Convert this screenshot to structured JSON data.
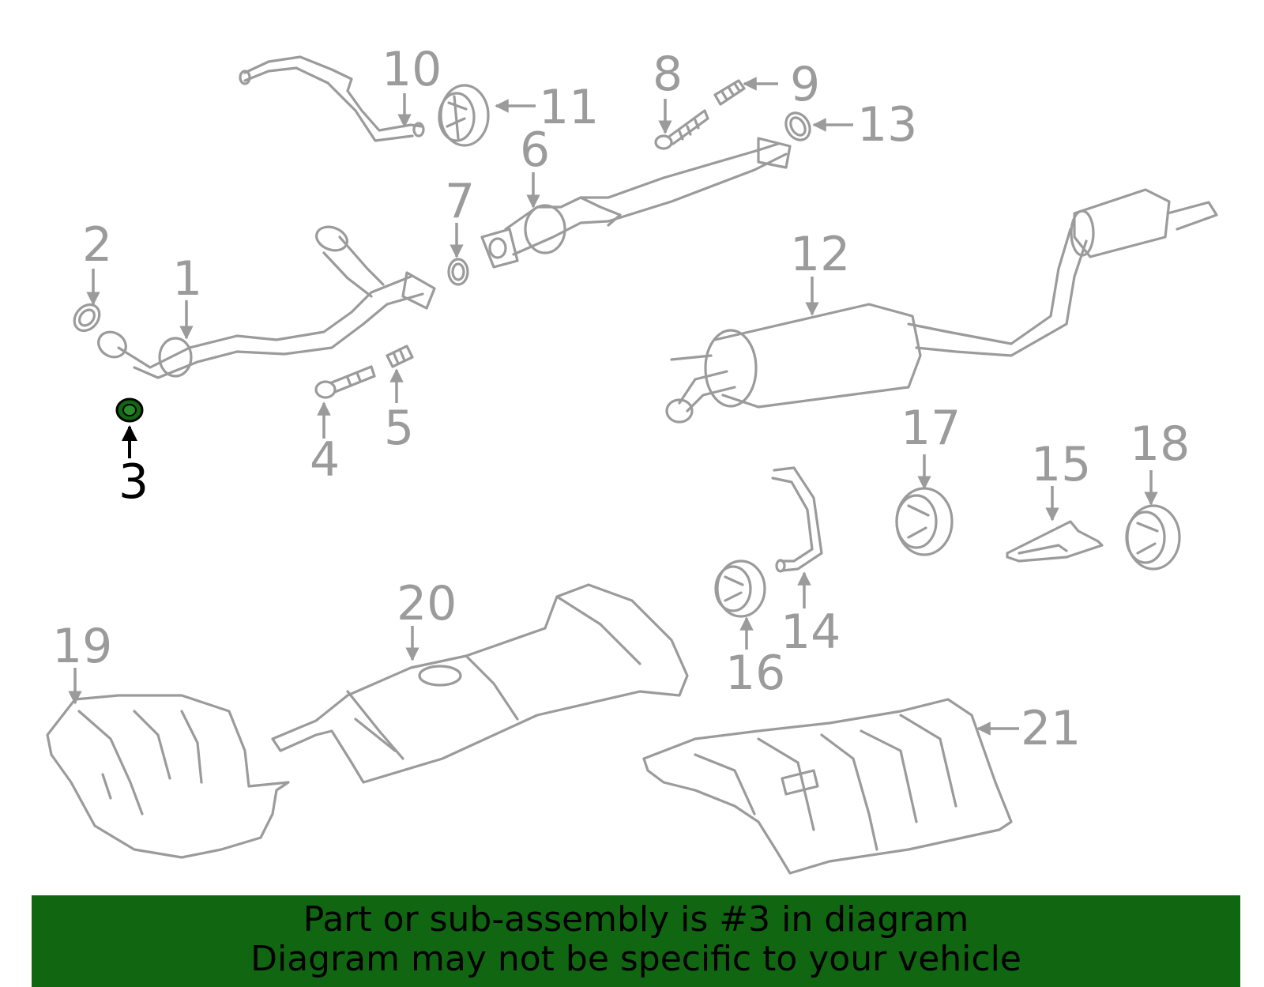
{
  "highlighted_part": "3",
  "colors": {
    "banner_bg": "#116611",
    "part_stroke": "#9b9b9b",
    "highlight": "#116611"
  },
  "callouts": [
    {
      "id": "1",
      "label": "1"
    },
    {
      "id": "2",
      "label": "2"
    },
    {
      "id": "3",
      "label": "3"
    },
    {
      "id": "4",
      "label": "4"
    },
    {
      "id": "5",
      "label": "5"
    },
    {
      "id": "6",
      "label": "6"
    },
    {
      "id": "7",
      "label": "7"
    },
    {
      "id": "8",
      "label": "8"
    },
    {
      "id": "9",
      "label": "9"
    },
    {
      "id": "10",
      "label": "10"
    },
    {
      "id": "11",
      "label": "11"
    },
    {
      "id": "12",
      "label": "12"
    },
    {
      "id": "13",
      "label": "13"
    },
    {
      "id": "14",
      "label": "14"
    },
    {
      "id": "15",
      "label": "15"
    },
    {
      "id": "16",
      "label": "16"
    },
    {
      "id": "17",
      "label": "17"
    },
    {
      "id": "18",
      "label": "18"
    },
    {
      "id": "19",
      "label": "19"
    },
    {
      "id": "20",
      "label": "20"
    },
    {
      "id": "21",
      "label": "21"
    }
  ],
  "banner": {
    "line1": "Part or sub-assembly is #3 in diagram",
    "line2": "Diagram may not be specific to your vehicle"
  }
}
